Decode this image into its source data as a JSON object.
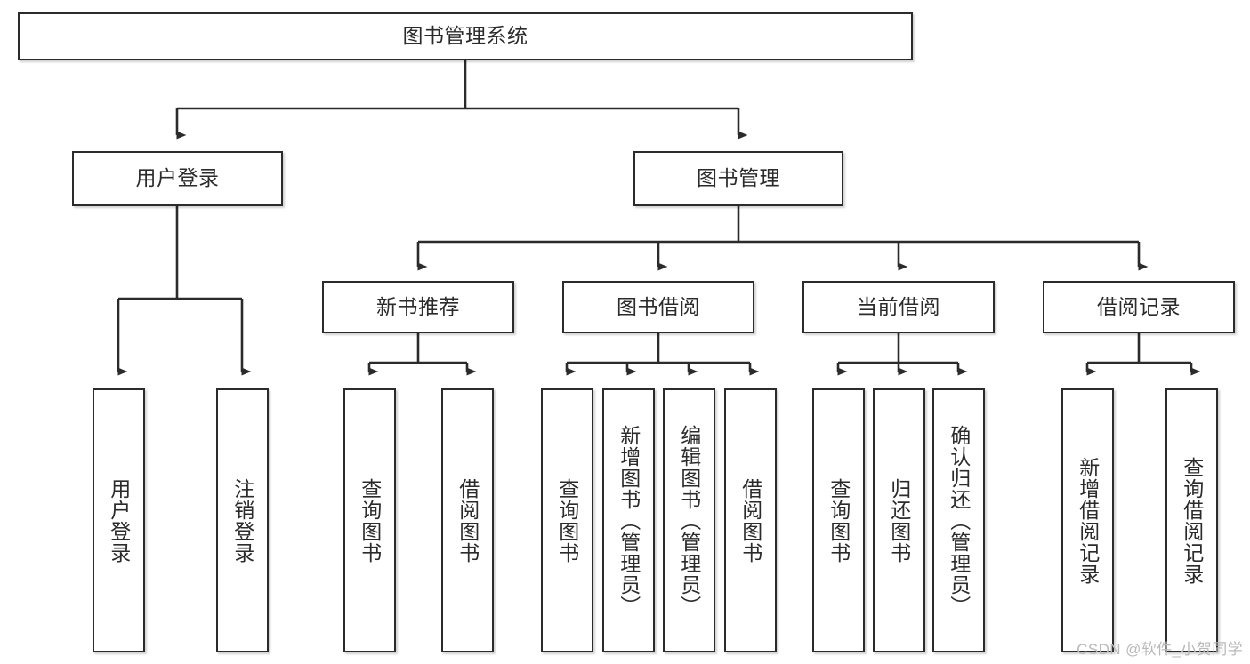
{
  "diagram": {
    "title": "图书管理系统",
    "watermark": "CSDN @软件_小贺同学",
    "edge_color": "#2b2b2b",
    "box_border_color": "#2b2b2b",
    "box_fill_color": "#ffffff",
    "text_color": "#2b2b2b",
    "type": "tree-hierarchy",
    "nodes": {
      "root": {
        "label": "图书管理系统"
      },
      "level2": [
        {
          "label": "用户登录"
        },
        {
          "label": "图书管理"
        }
      ],
      "level3": [
        {
          "label": "新书推荐"
        },
        {
          "label": "图书借阅"
        },
        {
          "label": "当前借阅"
        },
        {
          "label": "借阅记录"
        }
      ],
      "leaves": {
        "user_login": [
          {
            "label": "用户登录"
          },
          {
            "label": "注销登录"
          }
        ],
        "new_book": [
          {
            "label": "查询图书"
          },
          {
            "label": "借阅图书"
          }
        ],
        "book_borrow": [
          {
            "label": "查询图书"
          },
          {
            "label": "新增图书（管理员）"
          },
          {
            "label": "编辑图书（管理员）"
          },
          {
            "label": "借阅图书"
          }
        ],
        "current_borrow": [
          {
            "label": "查询图书"
          },
          {
            "label": "归还图书"
          },
          {
            "label": "确认归还（管理员）"
          }
        ],
        "borrow_record": [
          {
            "label": "新增借阅记录"
          },
          {
            "label": "查询借阅记录"
          }
        ]
      }
    }
  }
}
